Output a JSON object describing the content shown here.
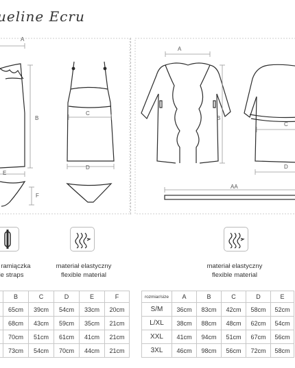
{
  "product": {
    "title": "ueline Ecru"
  },
  "dimension_labels": {
    "left": [
      "A",
      "B",
      "C",
      "D",
      "E",
      "F"
    ],
    "right": [
      "A",
      "B",
      "C",
      "D",
      "AA"
    ]
  },
  "features": {
    "straps": {
      "line1": "ne ramiączka",
      "line2": "able straps",
      "icon": "strap-adjuster-icon"
    },
    "flex_left": {
      "line1": "materiał elastyczny",
      "line2": "flexible material",
      "icon": "stretch-fabric-icon"
    },
    "flex_right": {
      "line1": "materiał elastyczny",
      "line2": "flexible material",
      "icon": "stretch-fabric-icon"
    }
  },
  "table_left": {
    "headers": [
      "",
      "B",
      "C",
      "D",
      "E",
      "F"
    ],
    "rows": [
      [
        "",
        "65cm",
        "39cm",
        "54cm",
        "33cm",
        "20cm"
      ],
      [
        "",
        "68cm",
        "43cm",
        "59cm",
        "35cm",
        "21cm"
      ],
      [
        "",
        "70cm",
        "51cm",
        "61cm",
        "41cm",
        "21cm"
      ],
      [
        "",
        "73cm",
        "54cm",
        "70cm",
        "44cm",
        "21cm"
      ]
    ]
  },
  "table_right": {
    "headers": [
      "rozmiar/size",
      "A",
      "B",
      "C",
      "D",
      "E"
    ],
    "rows": [
      [
        "S/M",
        "36cm",
        "83cm",
        "42cm",
        "58cm",
        "52cm"
      ],
      [
        "L/XL",
        "38cm",
        "88cm",
        "48cm",
        "62cm",
        "54cm"
      ],
      [
        "XXL",
        "41cm",
        "94cm",
        "51cm",
        "67cm",
        "56cm"
      ],
      [
        "3XL",
        "46cm",
        "98cm",
        "56cm",
        "72cm",
        "58cm"
      ]
    ]
  },
  "colors": {
    "line": "#2b2b2b",
    "guide": "#999999",
    "grid": "#c8c8c8"
  }
}
